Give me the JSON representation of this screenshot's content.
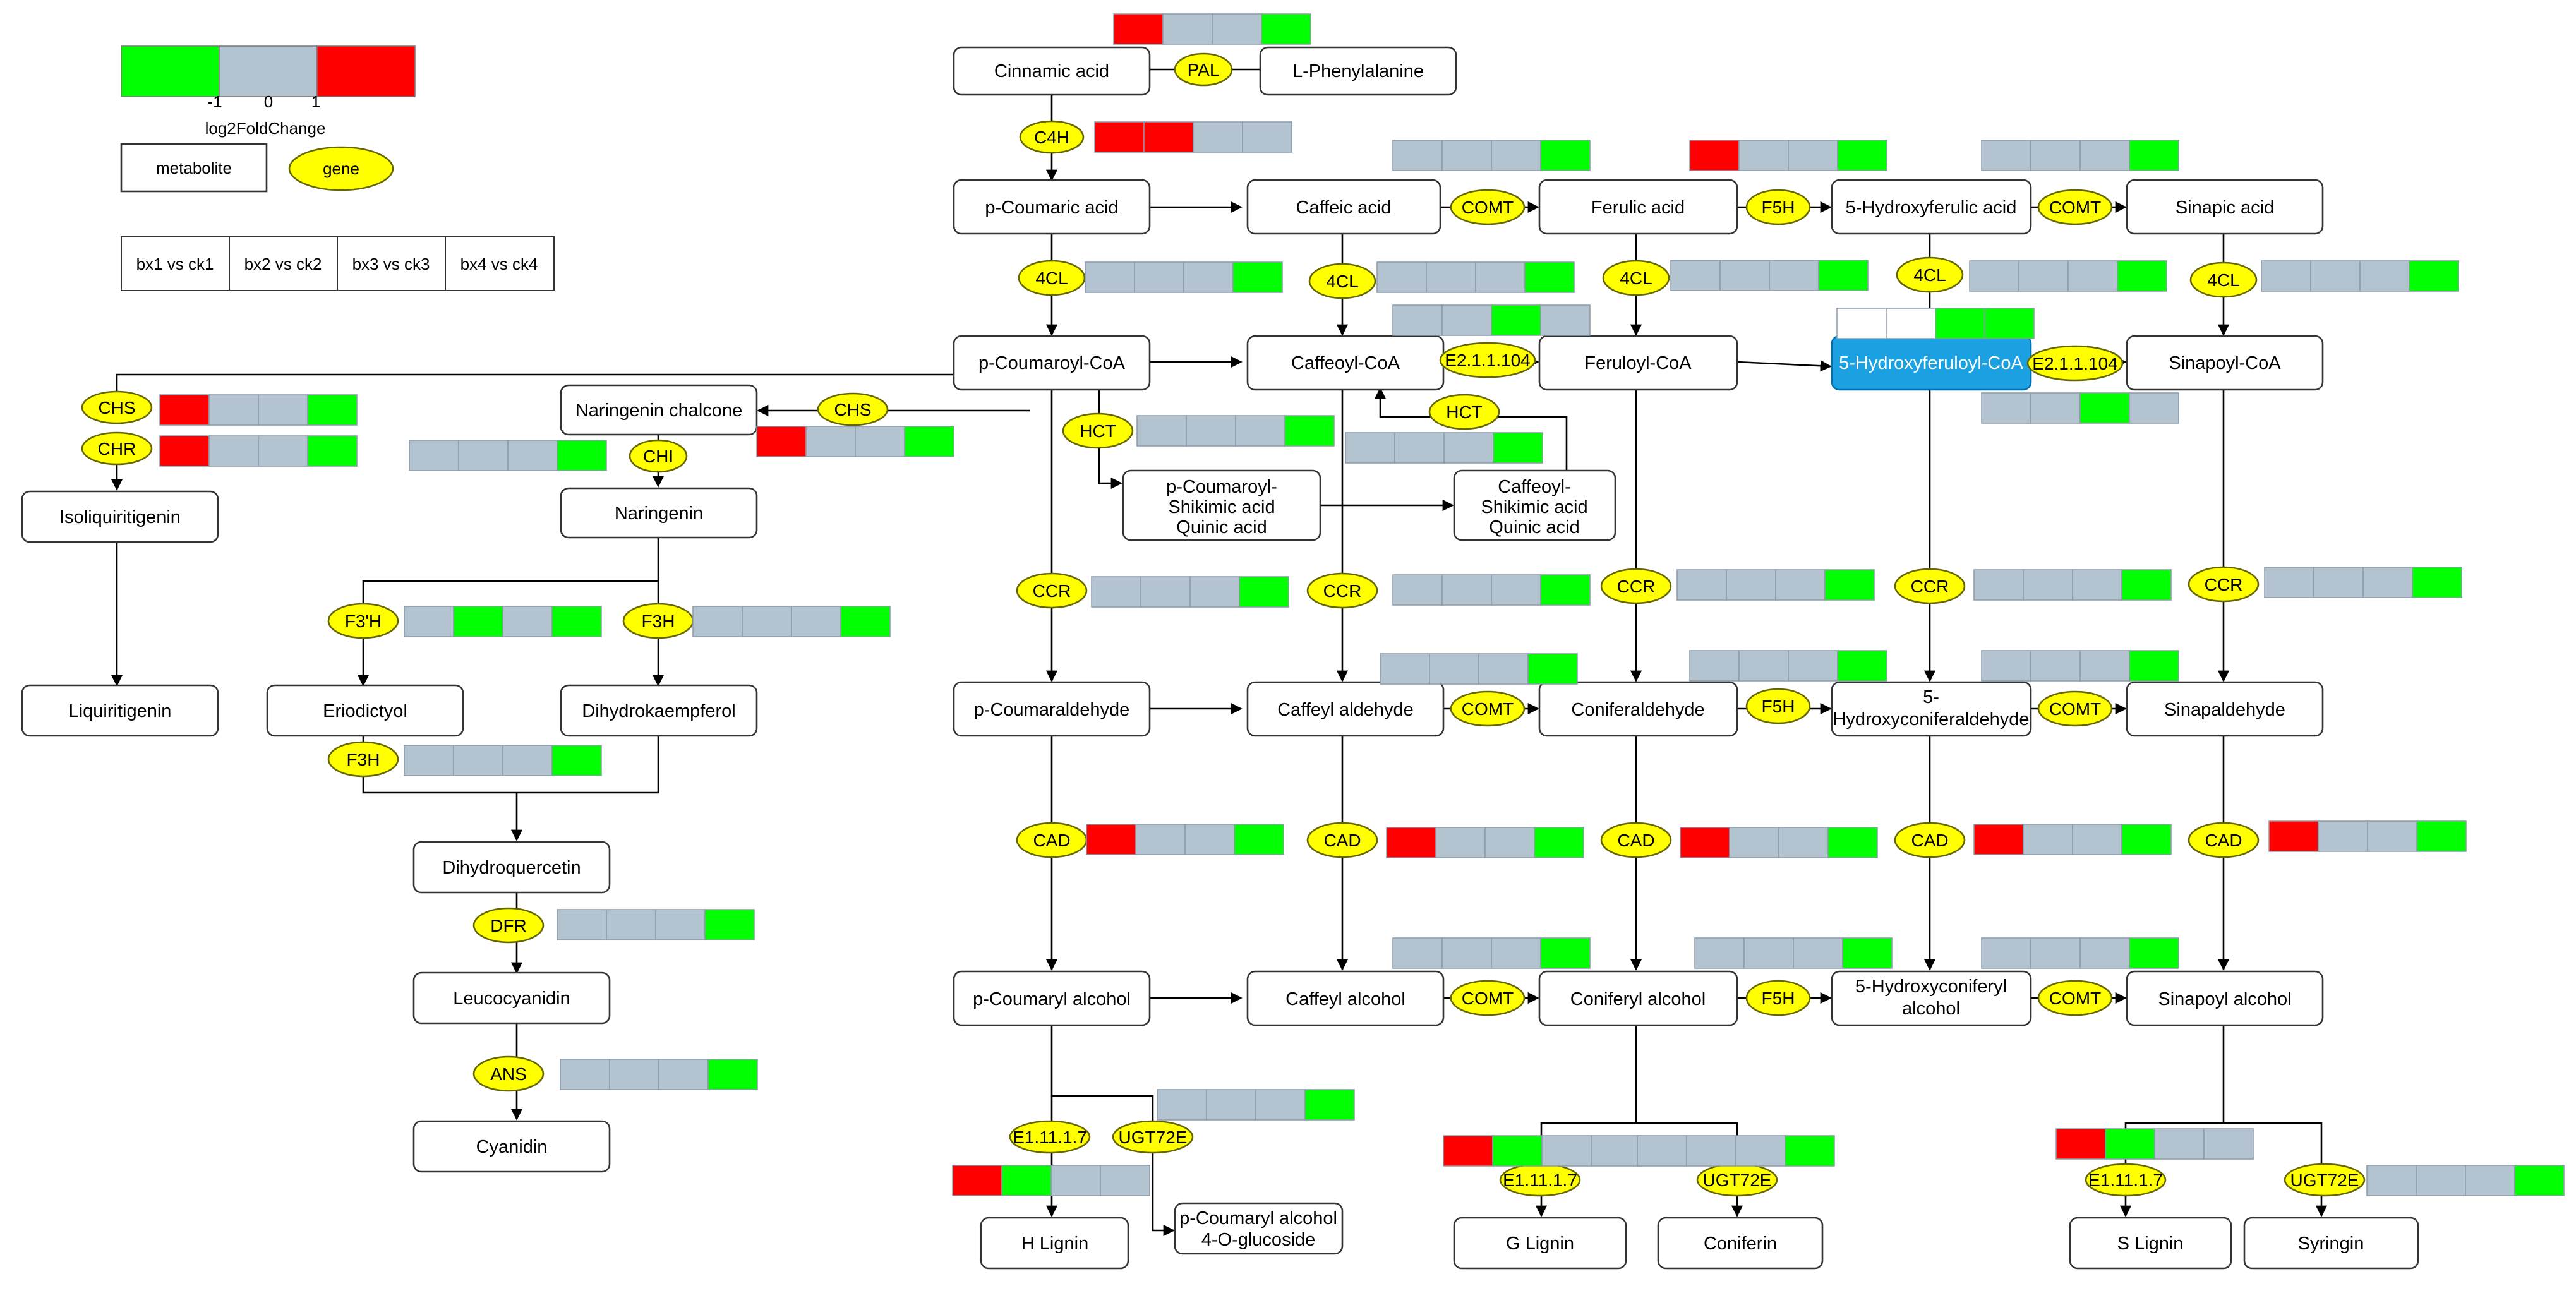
{
  "colors": {
    "down": "#00ff00",
    "neutral": "#b4c3d0",
    "up": "#ff0000",
    "gene_fill": "#ffff00",
    "highlight_fill": "#1ba1e2"
  },
  "legend": {
    "tick_neg": "-1",
    "tick_zero": "0",
    "tick_pos": "1",
    "scale_label": "log2FoldChange",
    "metabolite_label": "metabolite",
    "gene_label": "gene",
    "comparisons": [
      "bx1 vs ck1",
      "bx2 vs ck2",
      "bx3 vs ck3",
      "bx4 vs ck4"
    ]
  },
  "metabolites": {
    "cinnamic_acid": "Cinnamic acid",
    "l_phenylalanine": "L-Phenylalanine",
    "p_coumaric_acid": "p-Coumaric acid",
    "caffeic_acid": "Caffeic acid",
    "ferulic_acid": "Ferulic acid",
    "hydroxyferulic_acid": "5-Hydroxyferulic acid",
    "sinapic_acid": "Sinapic acid",
    "p_coumaroyl_coa": "p-Coumaroyl-CoA",
    "caffeoyl_coa": "Caffeoyl-CoA",
    "feruloyl_coa": "Feruloyl-CoA",
    "hydroxyferuloyl_coa": "5-Hydroxyferuloyl-CoA",
    "sinapoyl_coa": "Sinapoyl-CoA",
    "naringenin_chalcone": "Naringenin chalcone",
    "naringenin": "Naringenin",
    "isoliquiritigenin": "Isoliquiritigenin",
    "liquiritigenin": "Liquiritigenin",
    "eriodictyol": "Eriodictyol",
    "dihydrokaempferol": "Dihydrokaempferol",
    "dihydroquercetin": "Dihydroquercetin",
    "leucocyanidin": "Leucocyanidin",
    "cyanidin": "Cyanidin",
    "p_coumaroyl_shikimic": [
      "p-Coumaroyl-",
      "Shikimic acid",
      "Quinic acid"
    ],
    "caffeoyl_shikimic": [
      "Caffeoyl-",
      "Shikimic acid",
      "Quinic acid"
    ],
    "p_coumaraldehyde": "p-Coumaraldehyde",
    "caffeyl_aldehyde": "Caffeyl aldehyde",
    "coniferaldehyde": "Coniferaldehyde",
    "hydroxyconiferaldehyde": [
      "5-",
      "Hydroxyconiferaldehyde"
    ],
    "sinapaldehyde": "Sinapaldehyde",
    "p_coumaryl_alcohol": "p-Coumaryl alcohol",
    "caffeyl_alcohol": "Caffeyl alcohol",
    "coniferyl_alcohol": "Coniferyl alcohol",
    "hydroxyconiferyl_alcohol": [
      "5-Hydroxyconiferyl",
      "alcohol"
    ],
    "sinapoyl_alcohol": "Sinapoyl alcohol",
    "h_lignin": "H Lignin",
    "p_coumaryl_glucoside": [
      "p-Coumaryl alcohol",
      "4-O-glucoside"
    ],
    "g_lignin": "G Lignin",
    "coniferin": "Coniferin",
    "s_lignin": "S Lignin",
    "syringin": "Syringin"
  },
  "genes": {
    "PAL": "PAL",
    "C4H": "C4H",
    "COMT": "COMT",
    "F5H": "F5H",
    "4CL": "4CL",
    "E2": "E2.1.1.104",
    "CHS": "CHS",
    "CHR": "CHR",
    "CHI": "CHI",
    "HCT": "HCT",
    "F3pH": "F3'H",
    "F3H": "F3H",
    "DFR": "DFR",
    "ANS": "ANS",
    "CCR": "CCR",
    "CAD": "CAD",
    "E1": "E1.11.1.7",
    "UGT": "UGT72E"
  },
  "heatmaps": [
    {
      "id": "pal",
      "values": [
        "up",
        "neutral",
        "neutral",
        "down"
      ]
    },
    {
      "id": "c4h",
      "values": [
        "up",
        "up",
        "neutral",
        "neutral"
      ]
    },
    {
      "id": "comt-acid-1",
      "values": [
        "neutral",
        "neutral",
        "neutral",
        "down"
      ]
    },
    {
      "id": "f5h-acid",
      "values": [
        "up",
        "neutral",
        "neutral",
        "down"
      ]
    },
    {
      "id": "comt-acid-2",
      "values": [
        "neutral",
        "neutral",
        "neutral",
        "down"
      ]
    },
    {
      "id": "4cl-1",
      "values": [
        "neutral",
        "neutral",
        "neutral",
        "down"
      ]
    },
    {
      "id": "4cl-2",
      "values": [
        "neutral",
        "neutral",
        "neutral",
        "down"
      ]
    },
    {
      "id": "4cl-3",
      "values": [
        "neutral",
        "neutral",
        "neutral",
        "down"
      ]
    },
    {
      "id": "4cl-4",
      "values": [
        "neutral",
        "neutral",
        "neutral",
        "down"
      ]
    },
    {
      "id": "4cl-5",
      "values": [
        "neutral",
        "neutral",
        "neutral",
        "down"
      ]
    },
    {
      "id": "e2-1",
      "values": [
        "neutral",
        "neutral",
        "down",
        "neutral"
      ]
    },
    {
      "id": "e2-2",
      "values": [
        "white",
        "white",
        "down",
        "down"
      ]
    },
    {
      "id": "e2-3",
      "values": [
        "neutral",
        "neutral",
        "down",
        "neutral"
      ]
    },
    {
      "id": "chs-1",
      "values": [
        "up",
        "neutral",
        "neutral",
        "down"
      ]
    },
    {
      "id": "chr",
      "values": [
        "up",
        "neutral",
        "neutral",
        "down"
      ]
    },
    {
      "id": "chi",
      "values": [
        "neutral",
        "neutral",
        "neutral",
        "down"
      ]
    },
    {
      "id": "chs-2",
      "values": [
        "up",
        "neutral",
        "neutral",
        "down"
      ]
    },
    {
      "id": "hct-1",
      "values": [
        "neutral",
        "neutral",
        "neutral",
        "down"
      ]
    },
    {
      "id": "hct-2",
      "values": [
        "neutral",
        "neutral",
        "neutral",
        "down"
      ]
    },
    {
      "id": "f3ph",
      "values": [
        "neutral",
        "down",
        "neutral",
        "down"
      ]
    },
    {
      "id": "f3h-1",
      "values": [
        "neutral",
        "neutral",
        "neutral",
        "down"
      ]
    },
    {
      "id": "f3h-2",
      "values": [
        "neutral",
        "neutral",
        "neutral",
        "down"
      ]
    },
    {
      "id": "dfr",
      "values": [
        "neutral",
        "neutral",
        "neutral",
        "down"
      ]
    },
    {
      "id": "ans",
      "values": [
        "neutral",
        "neutral",
        "neutral",
        "down"
      ]
    },
    {
      "id": "ccr-1",
      "values": [
        "neutral",
        "neutral",
        "neutral",
        "down"
      ]
    },
    {
      "id": "ccr-2",
      "values": [
        "neutral",
        "neutral",
        "neutral",
        "down"
      ]
    },
    {
      "id": "ccr-3",
      "values": [
        "neutral",
        "neutral",
        "neutral",
        "down"
      ]
    },
    {
      "id": "ccr-4",
      "values": [
        "neutral",
        "neutral",
        "neutral",
        "down"
      ]
    },
    {
      "id": "ccr-5",
      "values": [
        "neutral",
        "neutral",
        "neutral",
        "down"
      ]
    },
    {
      "id": "comt-ald-1",
      "values": [
        "neutral",
        "neutral",
        "neutral",
        "down"
      ]
    },
    {
      "id": "f5h-ald",
      "values": [
        "neutral",
        "neutral",
        "neutral",
        "down"
      ]
    },
    {
      "id": "comt-ald-2",
      "values": [
        "neutral",
        "neutral",
        "neutral",
        "down"
      ]
    },
    {
      "id": "cad-1",
      "values": [
        "up",
        "neutral",
        "neutral",
        "down"
      ]
    },
    {
      "id": "cad-2",
      "values": [
        "up",
        "neutral",
        "neutral",
        "down"
      ]
    },
    {
      "id": "cad-3",
      "values": [
        "up",
        "neutral",
        "neutral",
        "down"
      ]
    },
    {
      "id": "cad-4",
      "values": [
        "up",
        "neutral",
        "neutral",
        "down"
      ]
    },
    {
      "id": "cad-5",
      "values": [
        "up",
        "neutral",
        "neutral",
        "down"
      ]
    },
    {
      "id": "comt-alc-1",
      "values": [
        "neutral",
        "neutral",
        "neutral",
        "down"
      ]
    },
    {
      "id": "f5h-alc",
      "values": [
        "neutral",
        "neutral",
        "neutral",
        "down"
      ]
    },
    {
      "id": "comt-alc-2",
      "values": [
        "neutral",
        "neutral",
        "neutral",
        "down"
      ]
    },
    {
      "id": "ugt-h",
      "values": [
        "neutral",
        "neutral",
        "neutral",
        "down"
      ]
    },
    {
      "id": "e1-h",
      "values": [
        "up",
        "down",
        "neutral",
        "neutral"
      ]
    },
    {
      "id": "e1-g",
      "values": [
        "up",
        "down",
        "neutral",
        "neutral"
      ]
    },
    {
      "id": "ugt-g",
      "values": [
        "neutral",
        "neutral",
        "neutral",
        "down"
      ]
    },
    {
      "id": "e1-s",
      "values": [
        "up",
        "down",
        "neutral",
        "neutral"
      ]
    },
    {
      "id": "ugt-s",
      "values": [
        "neutral",
        "neutral",
        "neutral",
        "down"
      ]
    }
  ]
}
